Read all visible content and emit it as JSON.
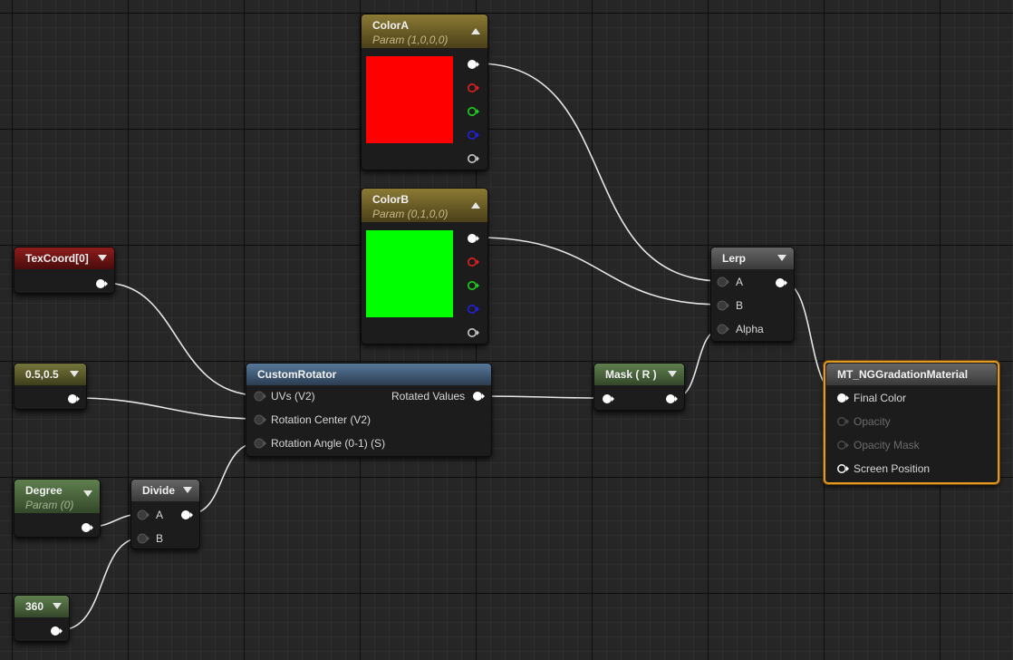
{
  "nodes": {
    "colorA": {
      "title": "ColorA",
      "subtitle": "Param (1,0,0,0)",
      "swatch_color": "#ff0000"
    },
    "colorB": {
      "title": "ColorB",
      "subtitle": "Param (0,1,0,0)",
      "swatch_color": "#00ff00"
    },
    "texcoord": {
      "title": "TexCoord[0]"
    },
    "const05": {
      "title": "0.5,0.5"
    },
    "degree": {
      "title": "Degree",
      "subtitle": "Param (0)"
    },
    "divide": {
      "title": "Divide",
      "pin_a": "A",
      "pin_b": "B"
    },
    "const360": {
      "title": "360"
    },
    "rotator": {
      "title": "CustomRotator",
      "pin_uvs": "UVs (V2)",
      "pin_center": "Rotation Center (V2)",
      "pin_angle": "Rotation Angle (0-1) (S)",
      "pin_out": "Rotated Values"
    },
    "mask": {
      "title": "Mask ( R )"
    },
    "lerp": {
      "title": "Lerp",
      "pin_a": "A",
      "pin_b": "B",
      "pin_alpha": "Alpha"
    },
    "material": {
      "title": "MT_NGGradationMaterial",
      "pin_final_color": "Final Color",
      "pin_opacity": "Opacity",
      "pin_opacity_mask": "Opacity Mask",
      "pin_screen_position": "Screen Position"
    }
  },
  "colors": {
    "selection_outline": "#e49a21",
    "pin_red": "#e02020",
    "pin_green": "#20d020",
    "pin_blue": "#2020e0",
    "pin_alpha": "#c8c8c8",
    "wire": "#e6e6e6"
  }
}
